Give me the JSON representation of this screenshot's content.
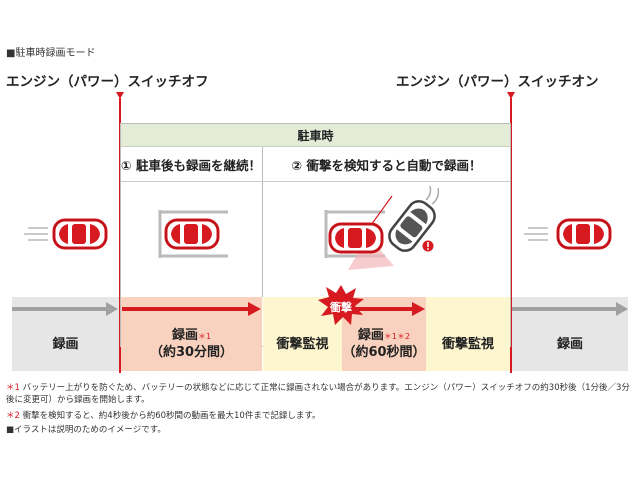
{
  "section_title": "■駐車時録画モード",
  "switch_off_label": "エンジン（パワー）スイッチオフ",
  "switch_on_label": "エンジン（パワー）スイッチオン",
  "parked_header": "駐車時",
  "sub_headers": [
    "① 駐車後も録画を継続！",
    "② 衝撃を検知すると自動で録画！"
  ],
  "shock_badge": "衝撃",
  "timeline": {
    "recording_left": "録画",
    "continued": {
      "line1": "録画",
      "marker": "＊1",
      "line2": "（約30分間）"
    },
    "monitoring_1": "衝撃監視",
    "event": {
      "line1": "録画",
      "marker": "＊1＊2",
      "line2": "（約60秒間）"
    },
    "monitoring_2": "衝撃監視",
    "recording_right": "録画"
  },
  "notes": [
    {
      "marker": "＊1",
      "text": " バッテリー上がりを防ぐため、バッテリーの状態などに応じて正常に録画されない場合があります。エンジン（パワー）スイッチオフの約30秒後（1分後／3分後に変更可）から録画を開始します。"
    },
    {
      "marker": "＊2",
      "text": " 衝撃を検知すると、約4秒後から約60秒間の動画を最大10件まで記録します。"
    },
    {
      "marker": "",
      "text": "■イラストは説明のためのイメージです。"
    }
  ],
  "colors": {
    "accent_red": "#d71920",
    "parked_header_bg": "#e4ecd8",
    "recording_box_bg": "#f8d2bf",
    "monitoring_box_bg": "#fdf6cf",
    "gray_box_bg": "#e6e6e6",
    "gray_arrow": "#a0a0a0"
  },
  "icons": [
    "red-car-icon",
    "gray-car-icon",
    "parking-lot-icon",
    "collision-burst-icon",
    "alert-icon"
  ]
}
